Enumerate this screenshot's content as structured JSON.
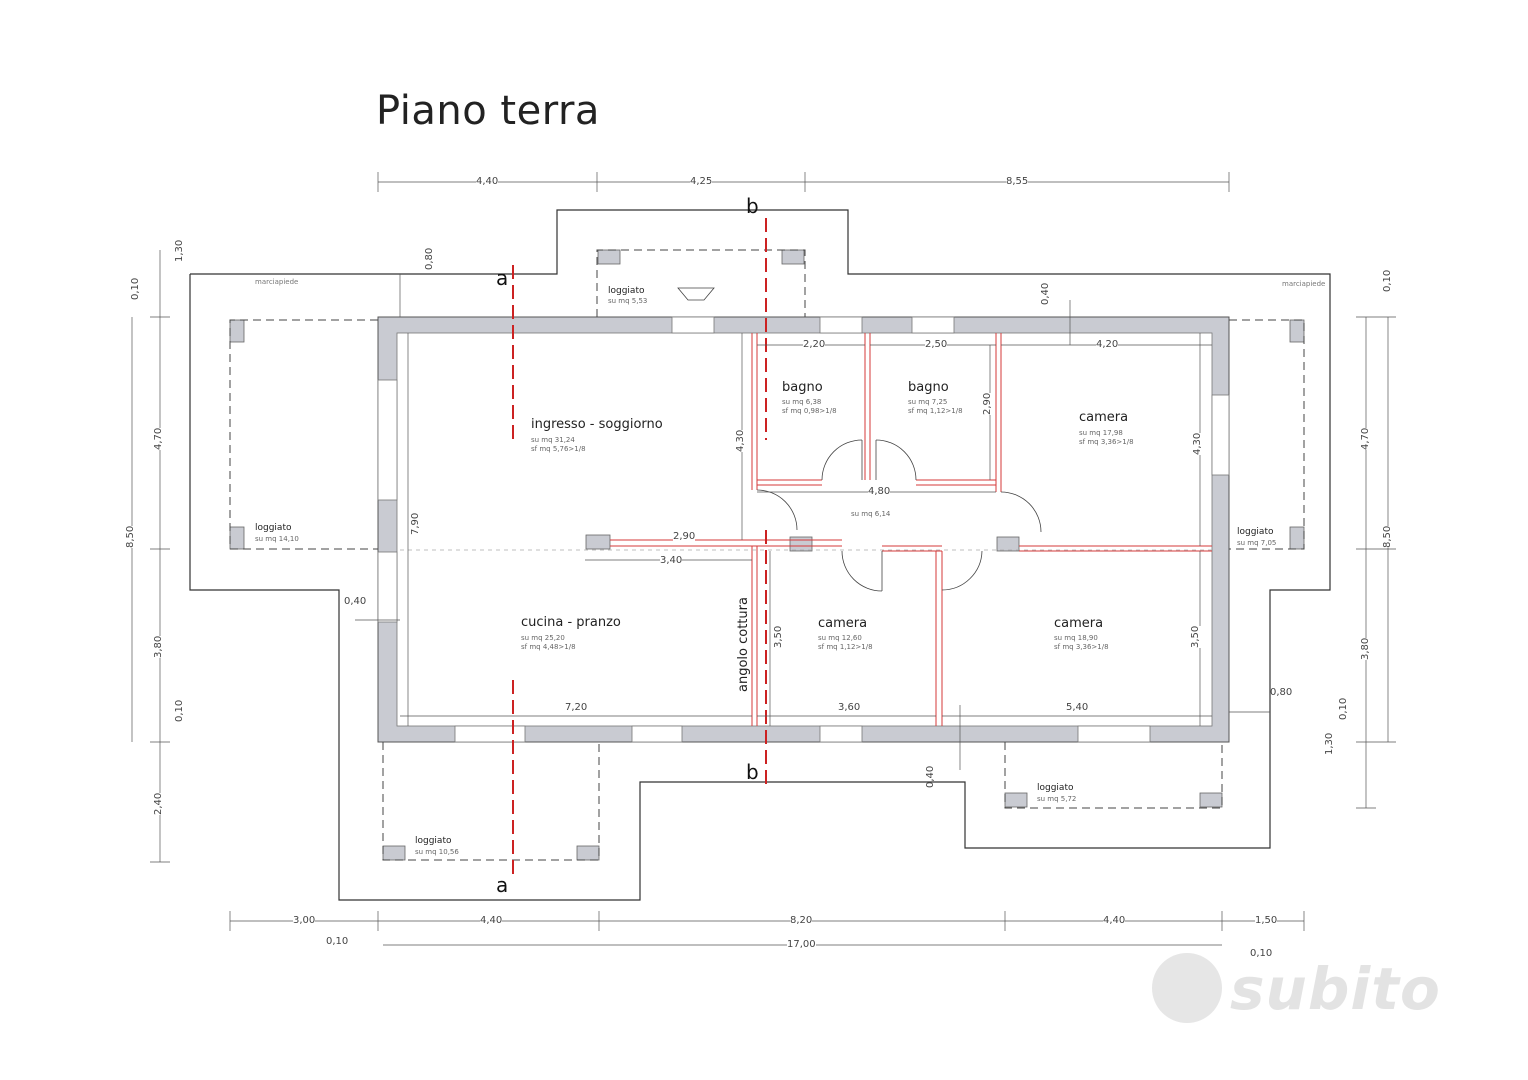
{
  "title": "Piano terra",
  "rooms": {
    "ingresso": {
      "name": "ingresso - soggiorno",
      "su": "su mq 31,24",
      "sf": "sf mq 5,76>1/8"
    },
    "cucina": {
      "name": "cucina - pranzo",
      "su": "su mq 25,20",
      "sf": "sf mq 4,48>1/8"
    },
    "bagno1": {
      "name": "bagno",
      "su": "su mq 6,38",
      "sf": "sf mq 0,98>1/8"
    },
    "bagno2": {
      "name": "bagno",
      "su": "su mq 7,25",
      "sf": "sf mq 1,12>1/8"
    },
    "camera_ne": {
      "name": "camera",
      "su": "su mq 17,98",
      "sf": "sf mq 3,36>1/8"
    },
    "camera_s": {
      "name": "camera",
      "su": "su mq 12,60",
      "sf": "sf mq 1,12>1/8"
    },
    "camera_se": {
      "name": "camera",
      "su": "su mq 18,90",
      "sf": "sf mq 3,36>1/8"
    },
    "corridoio": {
      "su": "su mq 6,14"
    },
    "angolo": {
      "name": "angolo cottura"
    }
  },
  "loggiati": {
    "north": {
      "name": "loggiato",
      "su": "su mq 5,53"
    },
    "west": {
      "name": "loggiato",
      "su": "su mq 14,10"
    },
    "east": {
      "name": "loggiato",
      "su": "su mq 7,05"
    },
    "sw": {
      "name": "loggiato",
      "su": "su mq 10,56"
    },
    "se": {
      "name": "loggiato",
      "su": "su mq 5,72"
    }
  },
  "marciapiede": "marciapiede",
  "sections": {
    "a": "a",
    "b": "b"
  },
  "dims_top": {
    "d1": "4,40",
    "d2": "4,25",
    "d3": "8,55"
  },
  "dims_bottom": {
    "d1": "3,00",
    "d2": "4,40",
    "d3": "8,20",
    "d4": "4,40",
    "d5": "1,50",
    "total": "17,00",
    "w1": "0,10",
    "w2": "0,10"
  },
  "dims_left": {
    "d1": "1,30",
    "d2": "0,10",
    "d3": "4,70",
    "d4": "8,50",
    "d5": "3,80",
    "d6": "0,10",
    "d7": "2,40"
  },
  "dims_right": {
    "d1": "0,10",
    "d2": "4,70",
    "d3": "8,50",
    "d4": "3,80",
    "d5": "0,10",
    "d6": "1,30"
  },
  "dims_inner": {
    "d080a": "0,80",
    "d040a": "0,40",
    "d220": "2,20",
    "d250": "2,50",
    "d420": "4,20",
    "d430a": "4,30",
    "d290": "2,90",
    "d430b": "4,30",
    "d480": "4,80",
    "d790": "7,90",
    "d290b": "2,90",
    "d340": "3,40",
    "d040b": "0,40",
    "d350a": "3,50",
    "d350b": "3,50",
    "d720": "7,20",
    "d360": "3,60",
    "d540": "5,40",
    "d080b": "0,80",
    "d040c": "0,40"
  },
  "watermark": "subito",
  "colors": {
    "wall": "#c9cbd2",
    "partition": "#d63a3a",
    "section": "#cc2222",
    "line": "#444444"
  }
}
